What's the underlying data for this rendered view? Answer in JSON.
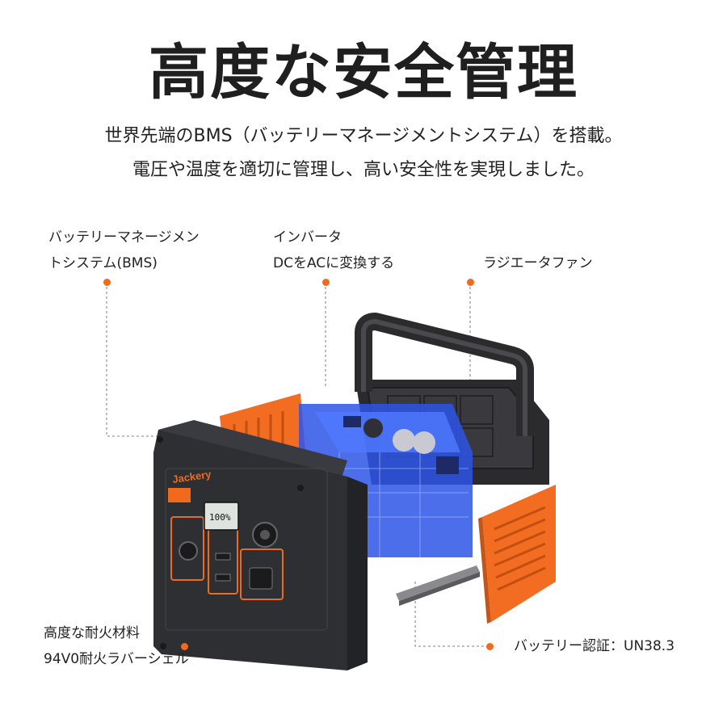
{
  "title": "高度な安全管理",
  "subtitle": {
    "line1": "世界先端のBMS（バッテリーマネージメントシステム）を搭載。",
    "line2": "電圧や温度を適切に管理し、高い安全性を実現しました。"
  },
  "callouts": {
    "bms": {
      "line1": "バッテリーマネージメン",
      "line2": "トシステム(BMS)"
    },
    "inverter": {
      "line1": "インバータ",
      "line2": "DCをACに変換する"
    },
    "fan": {
      "line1": "ラジエータファン"
    },
    "shell": {
      "line1": "高度な耐火材料",
      "line2": "94V0耐火ラバーシェル"
    },
    "cert": {
      "line1": "バッテリー認証：UN38.3"
    }
  },
  "product": {
    "brand": "Jackery",
    "display_value": "100%"
  },
  "colors": {
    "accent": "#f06a1d",
    "leader_line": "#9a9a9a",
    "body_dark": "#2e2f33",
    "circuit_blue": "#2d55e8"
  }
}
